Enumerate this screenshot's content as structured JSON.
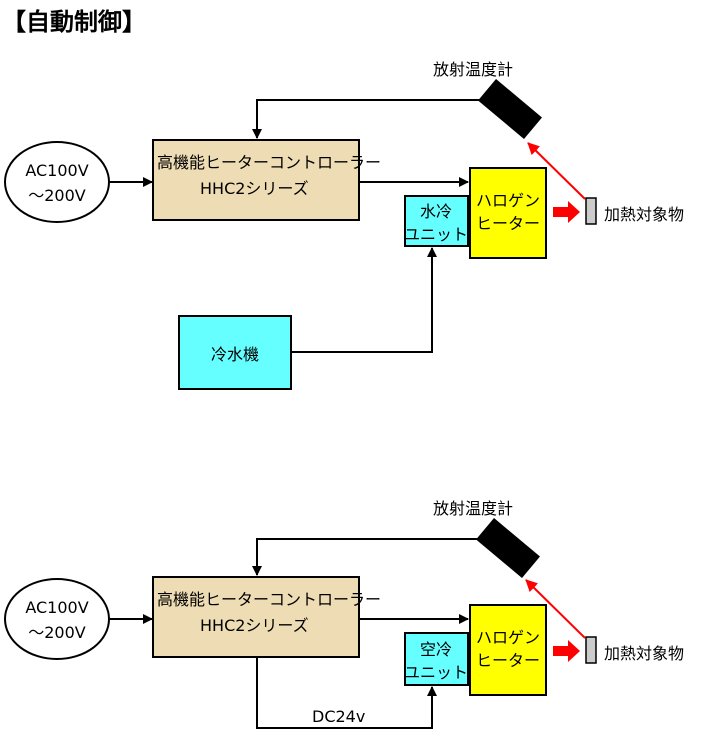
{
  "title": "【自動制御】",
  "colors": {
    "controller": "#EEDDB4",
    "heater": "#FFFF00",
    "cooling": "#66FFFF",
    "sensor": "#000000",
    "ir_arrow": "#FF0000",
    "target": "#CCCCCC"
  },
  "top": {
    "power_line1": "AC100V",
    "power_line2": "～200V",
    "controller_line1": "高機能ヒーターコントローラー",
    "controller_line2": "HHC2シリーズ",
    "cooling_unit_line1": "水冷",
    "cooling_unit_line2": "ユニット",
    "heater_line1": "ハロゲン",
    "heater_line2": "ヒーター",
    "thermometer": "放射温度計",
    "target": "加熱対象物",
    "chiller": "冷水機"
  },
  "bottom": {
    "power_line1": "AC100V",
    "power_line2": "～200V",
    "controller_line1": "高機能ヒーターコントローラー",
    "controller_line2": "HHC2シリーズ",
    "cooling_unit_line1": "空冷",
    "cooling_unit_line2": "ユニット",
    "heater_line1": "ハロゲン",
    "heater_line2": "ヒーター",
    "thermometer": "放射温度計",
    "target": "加熱対象物",
    "dc_label": "DC24v"
  }
}
